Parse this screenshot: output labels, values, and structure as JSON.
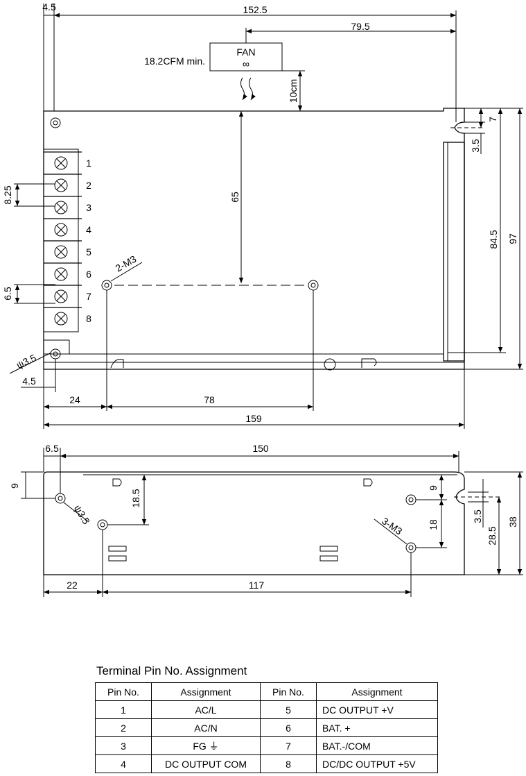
{
  "top_view": {
    "dims": {
      "left_offset_top": "4.5",
      "overall_width_top": "152.5",
      "fan_offset": "79.5",
      "fan_clearance": "10cm",
      "slot_depth": "7",
      "slot_width": "3.5",
      "inner_height": "84.5",
      "overall_height": "97",
      "terminal_pitch": "8.25",
      "terminal_gap": "6.5",
      "hole_offset_x": "4.5",
      "hole_to_m3": "24",
      "m3_spacing": "78",
      "overall_length": "159",
      "fan_to_m3": "65",
      "hole_dia": "ψ3.5",
      "m3_label": "2-M3"
    },
    "fan": {
      "label": "FAN",
      "airflow": "18.2CFM min."
    },
    "terminal_numbers": [
      "1",
      "2",
      "3",
      "4",
      "5",
      "6",
      "7",
      "8"
    ]
  },
  "side_view": {
    "dims": {
      "hole_offset_x": "6.5",
      "overall_width": "150",
      "hole_offset_y": "9",
      "m3_offset_y": "18.5",
      "hole_dia": "ψ3.5",
      "right_hole_y": "9",
      "right_m3_spacing": "18",
      "m3_label": "3-M3",
      "slot_width": "3.5",
      "slot_to_bottom": "28.5",
      "overall_height": "38",
      "left_m3_x": "22",
      "m3_spacing_x": "117"
    }
  },
  "pin_table": {
    "title": "Terminal Pin No.  Assignment",
    "headers": [
      "Pin No.",
      "Assignment",
      "Pin No.",
      "Assignment"
    ],
    "rows": [
      {
        "pin_a": "1",
        "assign_a": "AC/L",
        "pin_b": "5",
        "assign_b": "DC OUTPUT +V"
      },
      {
        "pin_a": "2",
        "assign_a": "AC/N",
        "pin_b": "6",
        "assign_b": "BAT. +"
      },
      {
        "pin_a": "3",
        "assign_a": "FG ⏚",
        "pin_b": "7",
        "assign_b": "BAT.-/COM"
      },
      {
        "pin_a": "4",
        "assign_a": "DC OUTPUT COM",
        "pin_b": "8",
        "assign_b": "DC/DC OUTPUT +5V"
      }
    ]
  }
}
